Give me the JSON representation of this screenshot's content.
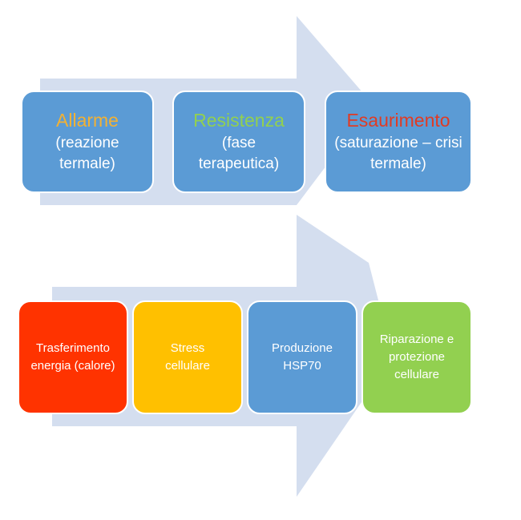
{
  "phases": [
    {
      "title": "Allarme",
      "subtitle": "(reazione termale)",
      "title_color": "#f2b134"
    },
    {
      "title": "Resistenza",
      "subtitle": "(fase terapeutica)",
      "title_color": "#92d050"
    },
    {
      "title": "Esaurimento",
      "subtitle": "(saturazione – crisi termale)",
      "title_color": "#e03b24"
    }
  ],
  "steps": [
    {
      "label": "Trasferimento energia (calore)",
      "color": "#ff3300"
    },
    {
      "label": "Stress cellulare",
      "color": "#ffc000"
    },
    {
      "label": "Produzione HSP70",
      "color": "#5b9bd5"
    },
    {
      "label": "Riparazione e protezione cellulare",
      "color": "#92d050"
    }
  ],
  "colors": {
    "arrow": "#d4deef",
    "box_border": "#ffffff",
    "text": "#ffffff"
  }
}
